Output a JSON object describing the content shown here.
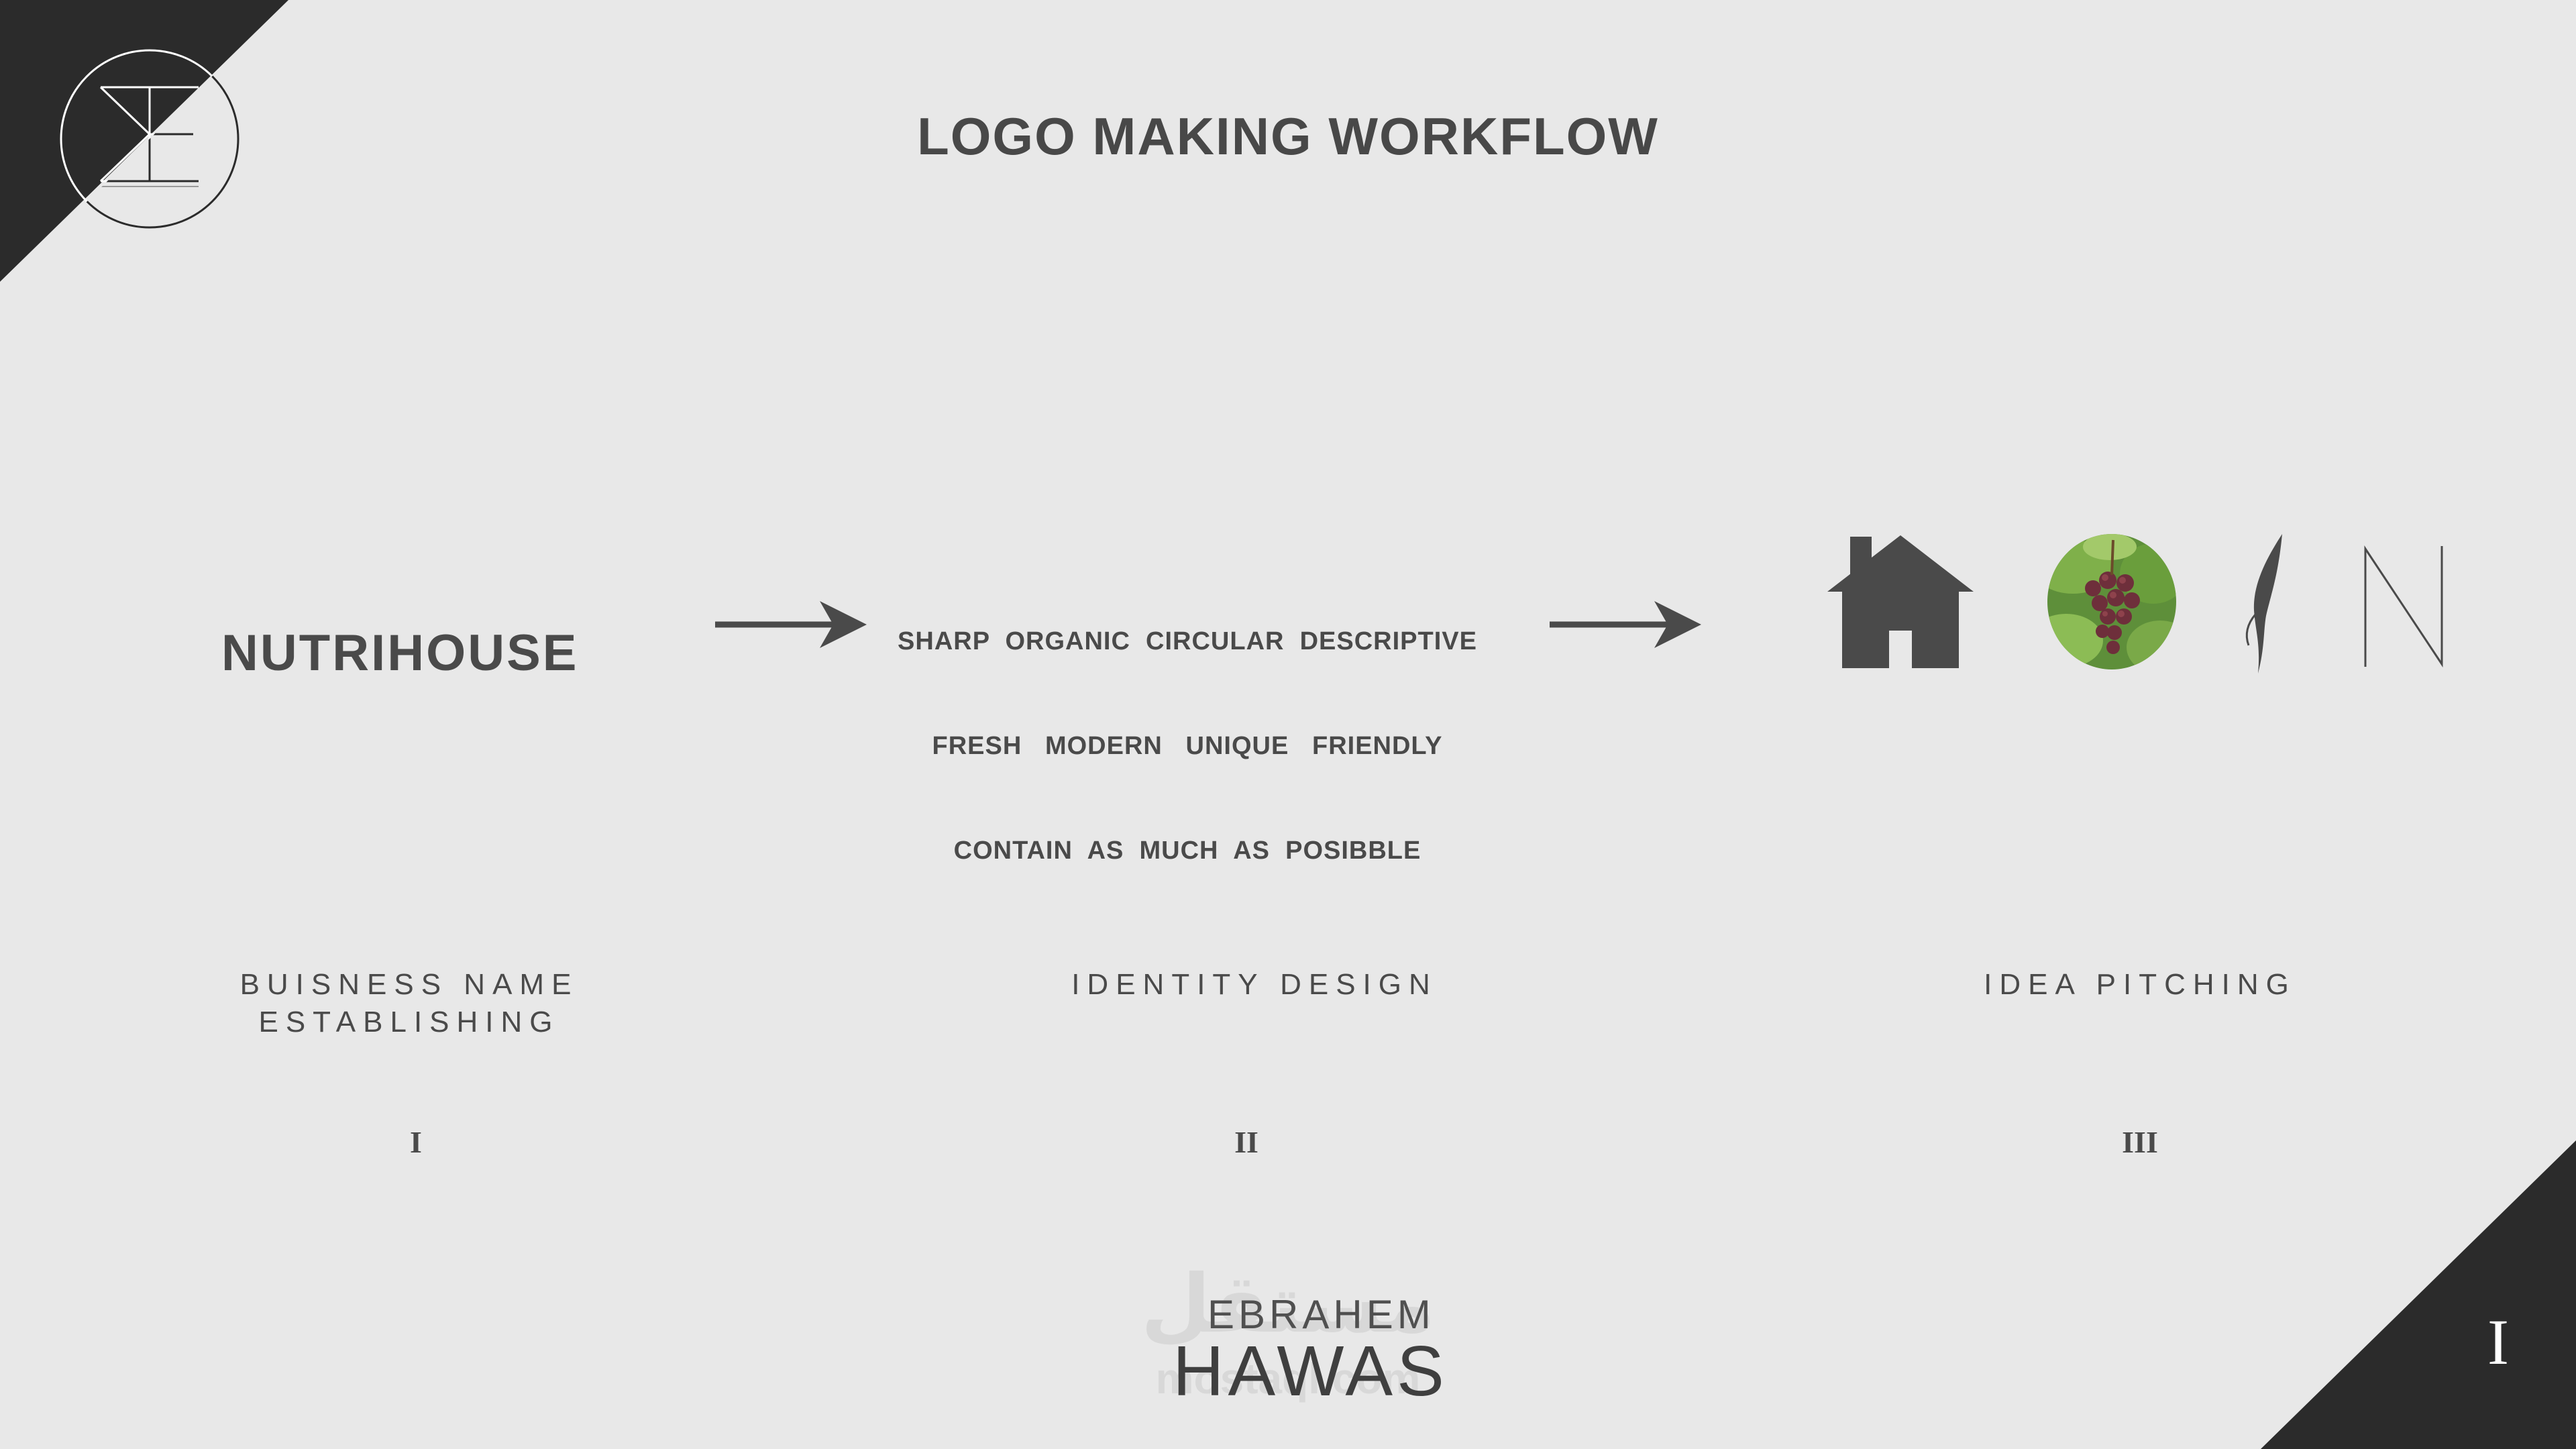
{
  "title": "LOGO MAKING WORKFLOW",
  "business_name": "NUTRIHOUSE",
  "keywords": {
    "line1": "SHARP  ORGANIC  CIRCULAR  DESCRIPTIVE",
    "line2": "FRESH   MODERN   UNIQUE   FRIENDLY",
    "line3": "CONTAIN  AS  MUCH  AS  POSIBBLE"
  },
  "stages": [
    {
      "label_line1": "BUISNESS NAME",
      "label_line2": "ESTABLISHING",
      "numeral": "I"
    },
    {
      "label_line1": "IDENTITY DESIGN",
      "label_line2": "",
      "numeral": "II"
    },
    {
      "label_line1": "IDEA PITCHING",
      "label_line2": "",
      "numeral": "III"
    }
  ],
  "idea_icons": [
    "house-icon",
    "grapes-photo",
    "leaf-stroke-icon",
    "letter-n-icon"
  ],
  "idea_letter": "N",
  "page_number": "I",
  "signature": {
    "first": "EBRAHEM",
    "last": "HAWAS"
  },
  "watermark": {
    "arabic": "مستقل",
    "latin": "mostaql.com"
  },
  "colors": {
    "background": "#e8e8e8",
    "corner": "#2b2b2b",
    "text": "#4a4a4a"
  }
}
